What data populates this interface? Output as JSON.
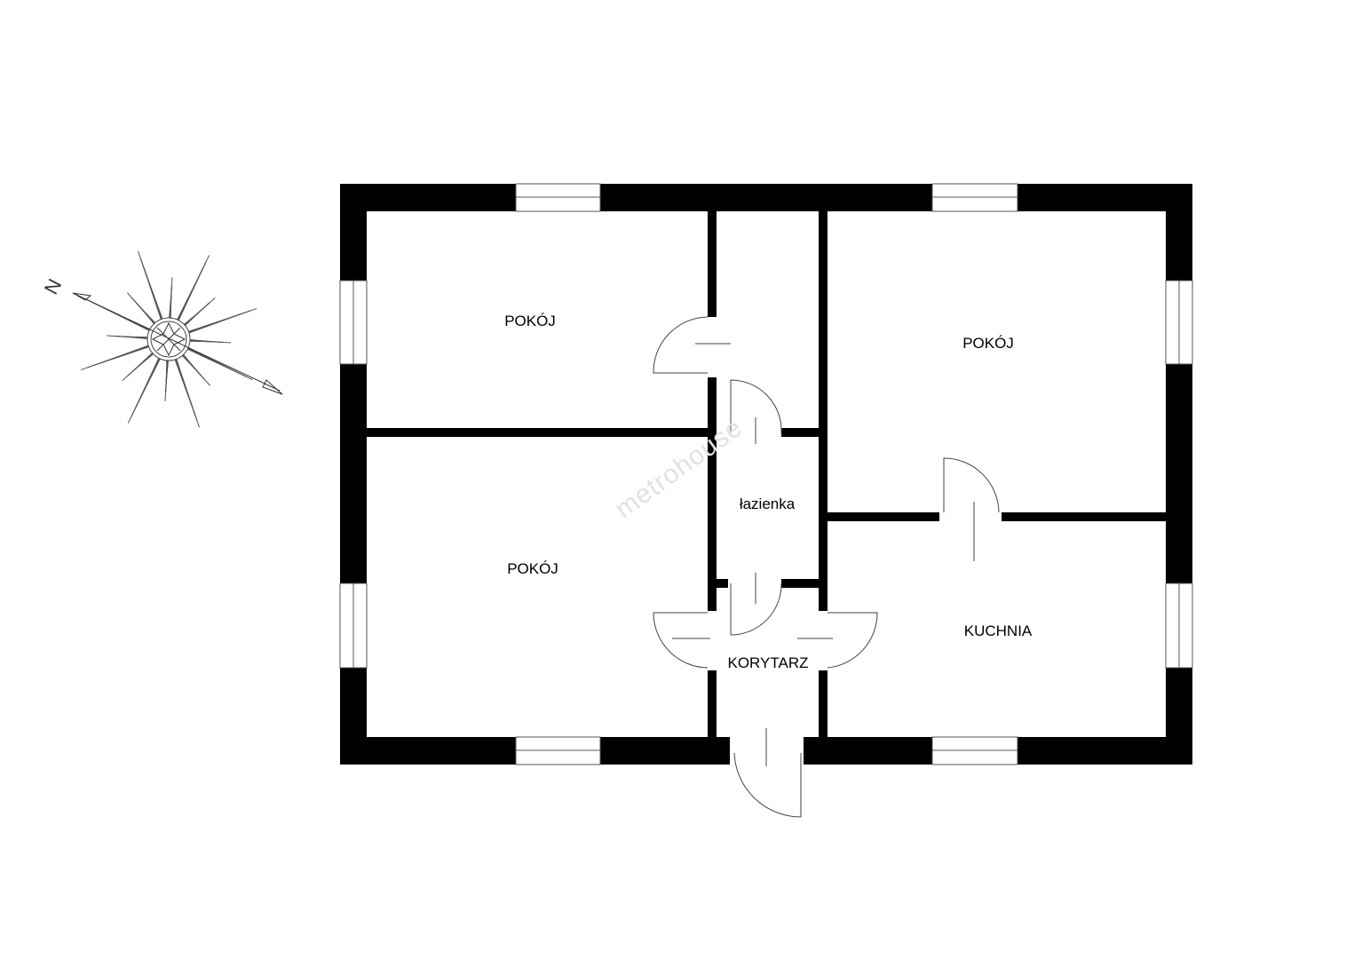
{
  "rooms": {
    "room_top_left": "POKÓJ",
    "room_bottom_left": "POKÓJ",
    "room_top_right": "POKÓJ",
    "kitchen": "KUCHNIA",
    "bathroom": "łazienka",
    "corridor": "KORYTARZ"
  },
  "compass": {
    "north_label": "N"
  },
  "watermark": "metrohouse",
  "colors": {
    "wall": "#000000",
    "line": "#444444",
    "watermark": "#e2e2e2"
  }
}
